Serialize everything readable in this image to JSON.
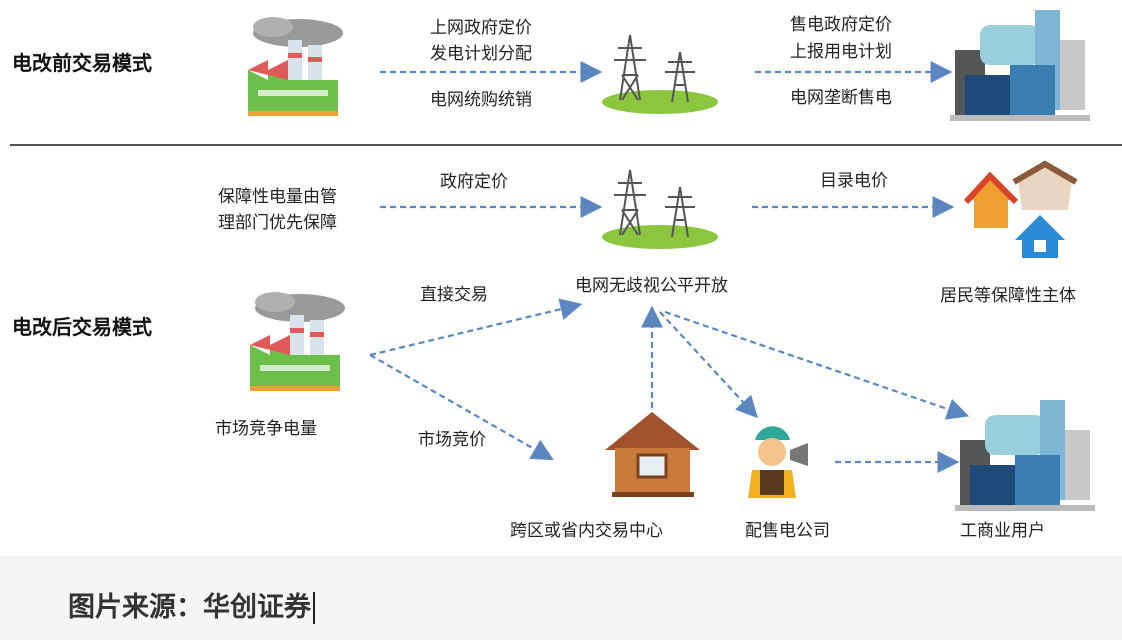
{
  "before": {
    "title": "电改前交易模式",
    "left_arrow_labels": [
      "上网政府定价",
      "发电计划分配",
      "电网统购统销"
    ],
    "right_arrow_labels": [
      "售电政府定价",
      "上报用电计划",
      "电网垄断售电"
    ]
  },
  "after": {
    "title": "电改后交易模式",
    "guarantee_source": [
      "保障性电量由管",
      "理部门优先保障"
    ],
    "gov_price": "政府定价",
    "catalog_price": "目录电价",
    "residents": "居民等保障性主体",
    "grid_open": "电网无歧视公平开放",
    "market_power": "市场竞争电量",
    "direct_trade": "直接交易",
    "market_bid": "市场竞价",
    "exchange_center": "跨区或省内交易中心",
    "retail_company": "配售电公司",
    "industrial_users": "工商业用户"
  },
  "caption": "图片来源：华创证券",
  "colors": {
    "arrow": "#5b86c0",
    "grass": "#8cc63f",
    "factory": "#6dbf4b"
  }
}
